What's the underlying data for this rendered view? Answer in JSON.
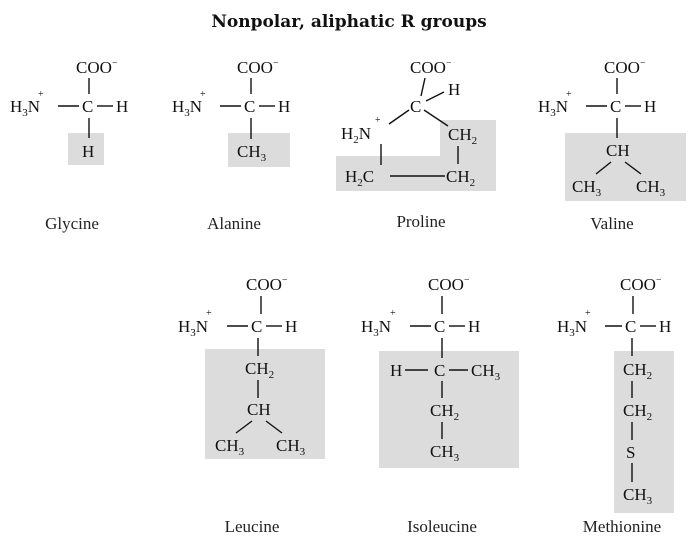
{
  "title": "Nonpolar, aliphatic R groups",
  "colors": {
    "r_group_box": "#dcdcdc",
    "ink": "#111111"
  },
  "atoms": {
    "carboxylate": "COO",
    "carboxylate_charge": "−",
    "amine_prefix": "H",
    "amine_sub": "3",
    "amine_N": "N",
    "amine_charge": "+",
    "alpha_C": "C",
    "H": "H",
    "C": "C",
    "S": "S",
    "sub2": "2",
    "sub3": "3",
    "dash": "—"
  },
  "amino_acids": [
    {
      "name": "Glycine"
    },
    {
      "name": "Alanine"
    },
    {
      "name": "Proline"
    },
    {
      "name": "Valine"
    },
    {
      "name": "Leucine"
    },
    {
      "name": "Isoleucine"
    },
    {
      "name": "Methionine"
    }
  ]
}
